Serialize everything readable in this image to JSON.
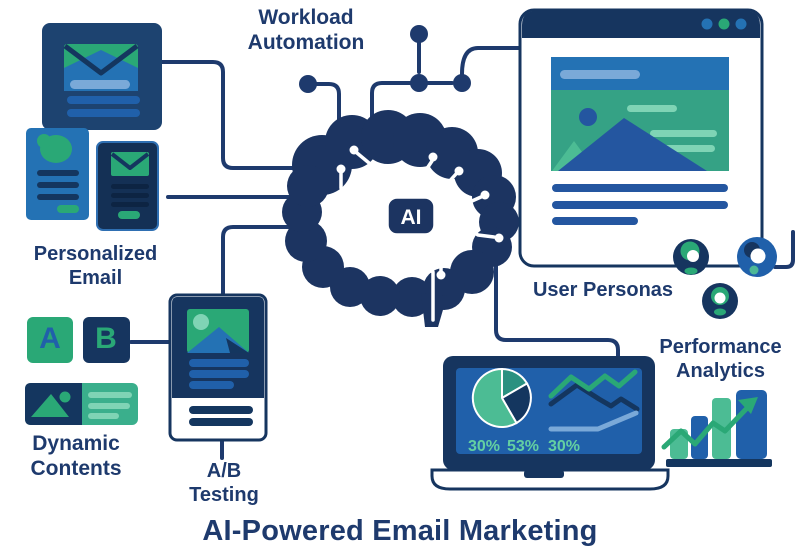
{
  "diagram_title": "AI-Powered Email Marketing",
  "center": {
    "chip_label": "AI"
  },
  "nodes": {
    "workload_automation": {
      "line1": "Workload",
      "line2": "Automation"
    },
    "personalized_email": {
      "line1": "Personalized",
      "line2": "Email"
    },
    "user_personas": {
      "label": "User Personas"
    },
    "performance_analytics": {
      "line1": "Performance",
      "line2": "Analytics"
    },
    "dynamic_contents": {
      "line1": "Dynamic",
      "line2": "Contents",
      "variant_a": "A",
      "variant_b": "B"
    },
    "ab_testing": {
      "line1": "A/B",
      "line2": "Testing"
    }
  },
  "laptop": {
    "stats": [
      "30%",
      "53%",
      "30%"
    ]
  },
  "chart_data": [
    {
      "type": "pie",
      "context": "laptop-dashboard",
      "values": [
        30,
        53,
        30
      ],
      "labels": [
        "30%",
        "53%",
        "30%"
      ]
    },
    {
      "type": "line",
      "context": "laptop-dashboard-trends",
      "series": [
        {
          "name": "green-trend"
        },
        {
          "name": "navy-trend"
        },
        {
          "name": "lightblue-trend"
        }
      ]
    },
    {
      "type": "bar",
      "context": "performance-analytics",
      "relative_heights": [
        0.43,
        0.62,
        0.88,
        1.0
      ],
      "trend": "up-arrow"
    }
  ],
  "colors": {
    "navy": "#16355f",
    "line_navy": "#1e3a6d",
    "brain_navy": "#1c3461",
    "blue": "#2060aa",
    "mid_blue": "#2472b4",
    "light_blue": "#7aa9d8",
    "green": "#2aa876",
    "hero_green": "#35a285",
    "light_green": "#7fd4b5",
    "pie_green": "#4cbc94",
    "pie_teal": "#2a9180",
    "stat_green": "#63cfa2"
  }
}
